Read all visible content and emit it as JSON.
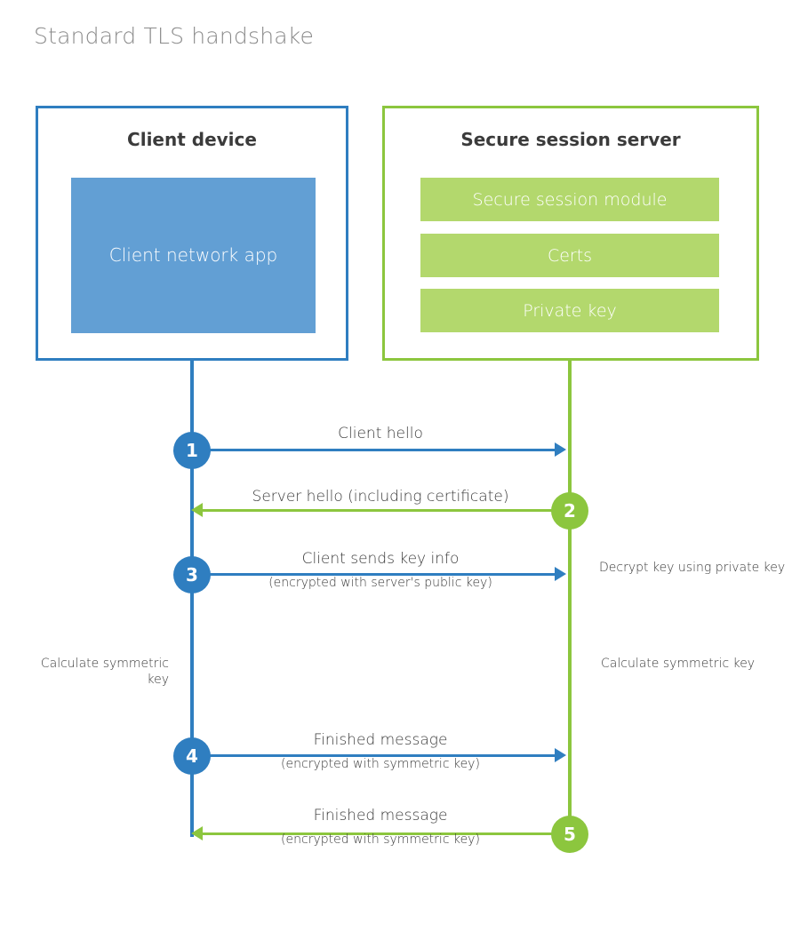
{
  "title": "Standard TLS handshake",
  "colors": {
    "blue_stroke": "#2f7ec0",
    "blue_fill": "#629fd4",
    "green_stroke": "#8cc63e",
    "green_fill": "#b3d86d",
    "text": "#3b3b3b",
    "title_text": "#8a8a8a",
    "background": "#ffffff"
  },
  "client": {
    "title": "Client device",
    "app_label": "Client network app"
  },
  "server": {
    "title": "Secure session server",
    "items": [
      {
        "label": "Secure session module"
      },
      {
        "label": "Certs"
      },
      {
        "label": "Private key"
      }
    ]
  },
  "steps": [
    {
      "number": "1",
      "direction": "client-to-server",
      "color": "blue",
      "label": "Client hello",
      "sublabel": ""
    },
    {
      "number": "2",
      "direction": "server-to-client",
      "color": "green",
      "label": "Server hello (including certificate)",
      "sublabel": ""
    },
    {
      "number": "3",
      "direction": "client-to-server",
      "color": "blue",
      "label": "Client sends key info",
      "sublabel": "(encrypted with server's public key)"
    },
    {
      "number": "4",
      "direction": "client-to-server",
      "color": "blue",
      "label": "Finished message",
      "sublabel": "(encrypted with symmetric key)"
    },
    {
      "number": "5",
      "direction": "server-to-client",
      "color": "green",
      "label": "Finished message",
      "sublabel": "(encrypted with symmetric key)"
    }
  ],
  "notes": {
    "decrypt": "Decrypt key using private key",
    "calculate_client": "Calculate symmetric key",
    "calculate_server": "Calculate symmetric key"
  }
}
